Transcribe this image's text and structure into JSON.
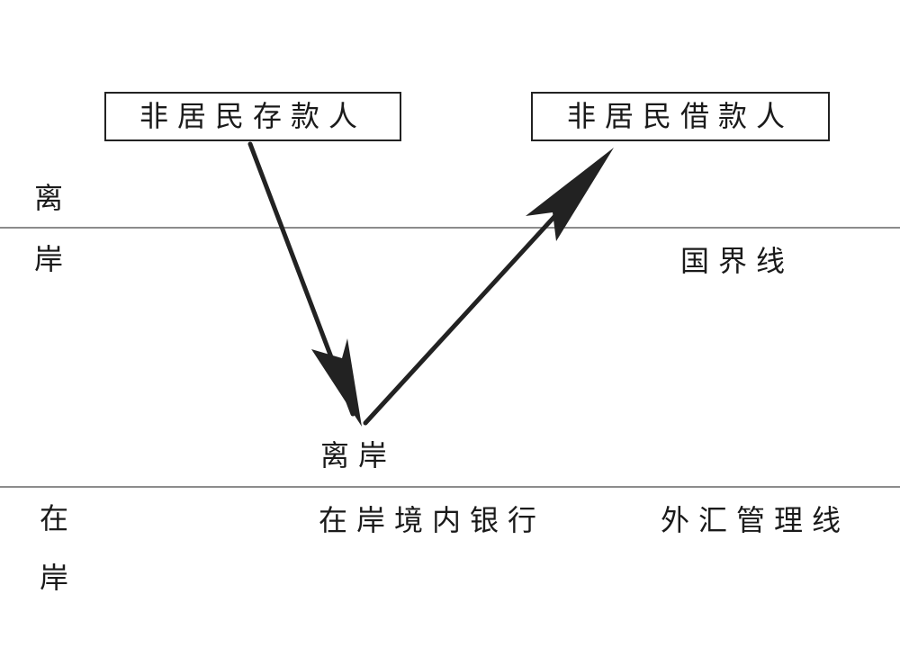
{
  "depositor_box": "非居民存款人",
  "borrower_box": "非居民借款人",
  "offshore_side_label": [
    "离",
    "岸"
  ],
  "onshore_side_label": [
    "在",
    "岸"
  ],
  "border_line_label": "国界线",
  "offshore_center_label": "离岸",
  "onshore_bank_label": "在岸境内银行",
  "fx_line_label": "外汇管理线",
  "colors": {
    "arrow": "#222222",
    "line": "#8c8c8c"
  }
}
